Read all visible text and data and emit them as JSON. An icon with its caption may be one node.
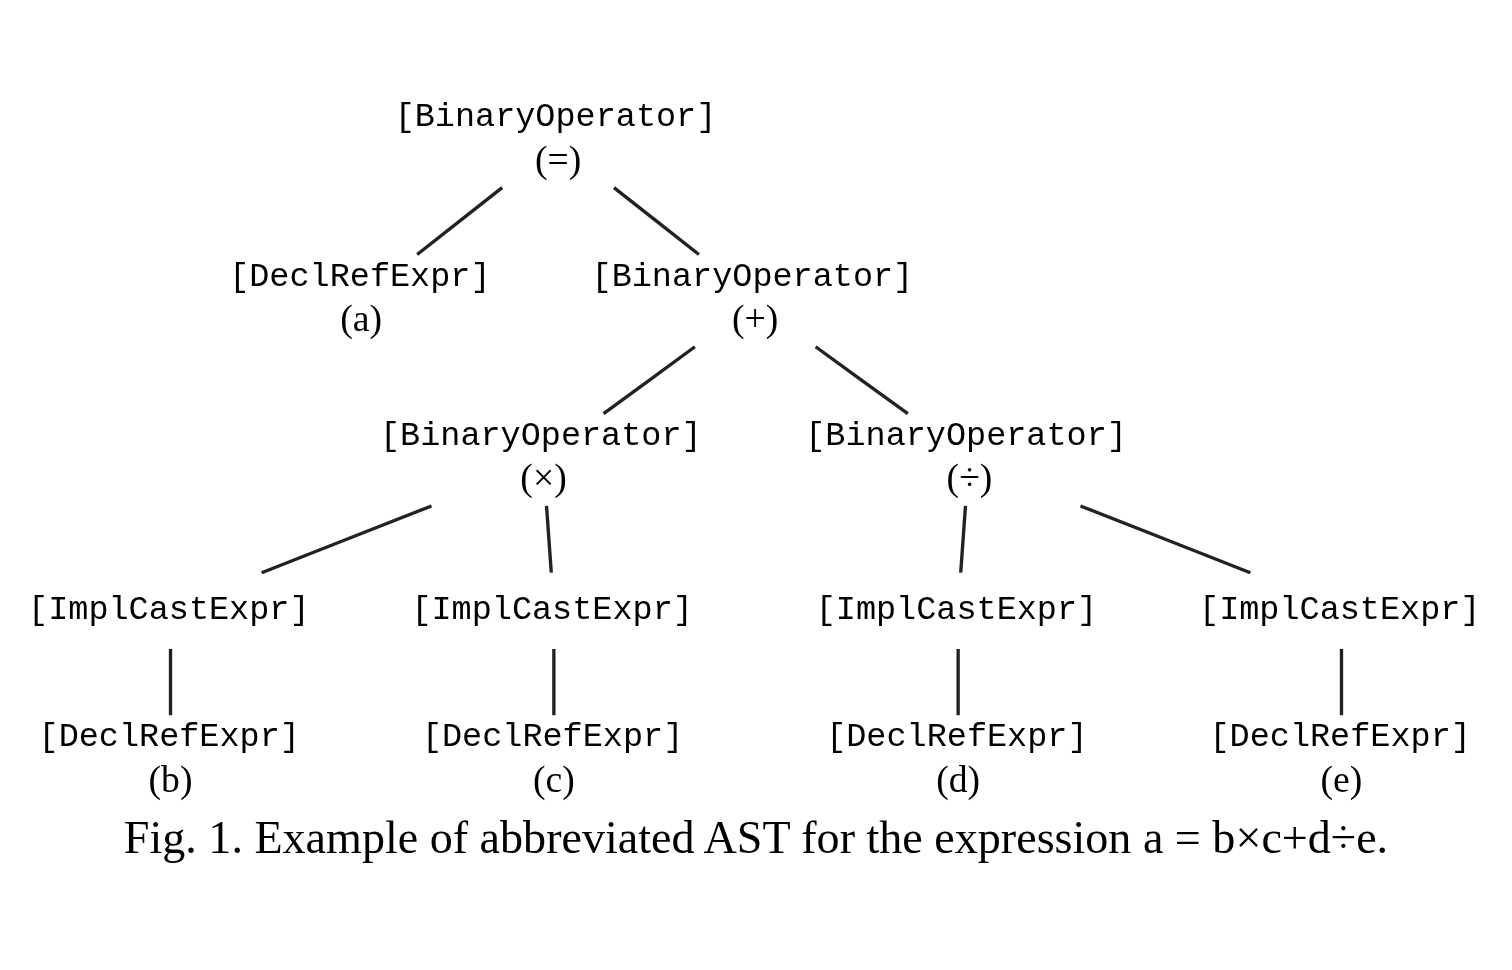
{
  "diagram": {
    "caption": "Fig. 1. Example of abbreviated AST for the expression a = b×c+d÷e.",
    "nodes": [
      {
        "text": [
          "[BinaryOperator]",
          "(=)"
        ]
      },
      {
        "text": [
          "[DeclRefExpr]",
          "(a)"
        ]
      },
      {
        "text": [
          "[BinaryOperator]",
          "(+)"
        ]
      },
      {
        "text": [
          "[BinaryOperator]",
          "(×)"
        ]
      },
      {
        "text": [
          "[BinaryOperator]",
          "(÷)"
        ]
      },
      {
        "text": [
          "[ImplCastExpr]"
        ]
      },
      {
        "text": [
          "[DeclRefExpr]",
          "(b)"
        ]
      },
      {
        "text": [
          "[ImplCastExpr]"
        ]
      },
      {
        "text": [
          "[DeclRefExpr]",
          "(c)"
        ]
      },
      {
        "text": [
          "[ImplCastExpr]"
        ]
      },
      {
        "text": [
          "[DeclRefExpr]",
          "(d)"
        ]
      },
      {
        "text": [
          "[ImplCastExpr]"
        ]
      },
      {
        "text": [
          "[DeclRefExpr]",
          "(e)"
        ]
      }
    ],
    "edges": [
      {
        "from": 0,
        "to": 1,
        "arrow": "none"
      },
      {
        "from": 0,
        "to": 2,
        "arrow": "none"
      },
      {
        "from": 2,
        "to": 3,
        "arrow": "none"
      },
      {
        "from": 2,
        "to": 4,
        "arrow": "none"
      },
      {
        "from": 3,
        "to": 5,
        "arrow": "none"
      },
      {
        "from": 3,
        "to": 7,
        "arrow": "none"
      },
      {
        "from": 4,
        "to": 9,
        "arrow": "none"
      },
      {
        "from": 4,
        "to": 11,
        "arrow": "none"
      },
      {
        "from": 5,
        "to": 6,
        "arrow": "none"
      },
      {
        "from": 7,
        "to": 8,
        "arrow": "none"
      },
      {
        "from": 9,
        "to": 10,
        "arrow": "none"
      },
      {
        "from": 11,
        "to": 12,
        "arrow": "none"
      }
    ]
  }
}
